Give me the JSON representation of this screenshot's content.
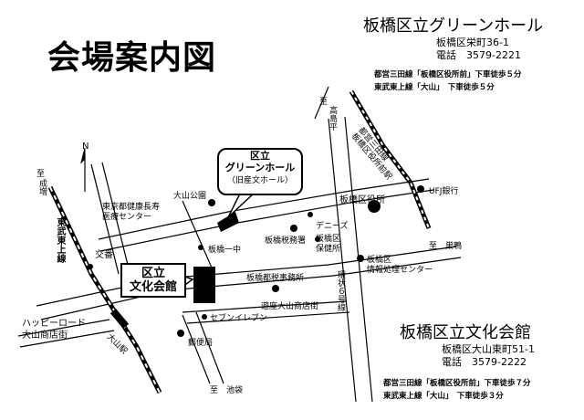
{
  "title": "会場案内図",
  "green_hall": {
    "name": "板橋区立グリーンホール",
    "address": "板橋区栄町36-1",
    "phone_label": "電話",
    "phone": "3579-2221",
    "access": [
      "都営三田線「板橋区役所前」下車徒歩５分",
      "東武東上線「大山」　下車徒歩５分"
    ]
  },
  "culture_hall": {
    "name": "板橋区立文化会館",
    "address": "板橋区大山東町51-1",
    "phone_label": "電話",
    "phone": "3579-2222",
    "access": [
      "都営三田線「板橋区役所前」下車徒歩７分",
      "東武東上線「大山」　下車徒歩３分"
    ]
  },
  "map": {
    "north": "N",
    "callouts": {
      "green_hall": [
        "区立",
        "グリーンホール",
        "（旧産文ホール）"
      ],
      "culture_hall": [
        "区立",
        "文化会館"
      ]
    },
    "labels": {
      "to_takashimadaira_1": "至",
      "to_takashimadaira_2": "高島平",
      "to_narimasu_1": "至",
      "to_narimasu_2": "成増",
      "tobu_line": "東武東上線",
      "koban": "交番",
      "geriatric_center": "東京都健康長寿\n医療センター",
      "oyama_park": "大山公園",
      "itabashi_ichichu": "板橋一中",
      "tax_office": "板橋税務署",
      "dennys": "デニーズ",
      "health_center": "板橋区\n保健所",
      "ward_office": "板橋区役所",
      "ufj": "UFJ銀行",
      "mita_station": "都営三田線\n板橋区役所前駅",
      "to_sugamo": "至　巣鴨",
      "info_center": "板橋区\n情報処理センター",
      "metro_tax": "板橋都税事務所",
      "route6": "環状６号線",
      "yuza": "遊座大山商店街",
      "seven": "セブンイレブン",
      "post": "郵便局",
      "happy_road": "ハッピーロード\n大山商店街",
      "oyama_station": "大山駅",
      "to_ikebukuro": "至　池袋"
    }
  }
}
